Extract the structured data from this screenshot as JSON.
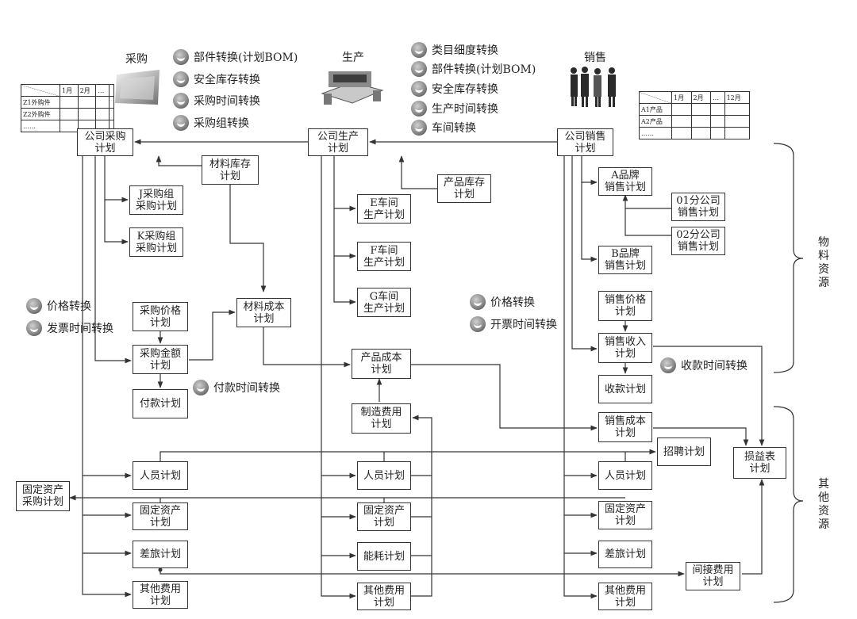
{
  "sections": {
    "purchase": "采购",
    "production": "生产",
    "sales": "销售"
  },
  "conversions_top": {
    "purchase": [
      "部件转换(计划BOM)",
      "安全库存转换",
      "采购时间转换",
      "采购组转换"
    ],
    "production": [
      "类目细度转换",
      "部件转换(计划BOM)",
      "安全库存转换",
      "生产时间转换",
      "车间转换"
    ]
  },
  "conversions_side": {
    "left": [
      "价格转换",
      "发票时间转换"
    ],
    "payment": "付款时间转换",
    "right": [
      "价格转换",
      "开票时间转换"
    ],
    "collection": "收款时间转换"
  },
  "boxes": {
    "co_purchase": "公司采购\n计划",
    "co_production": "公司生产\n计划",
    "co_sales": "公司销售\n计划",
    "material_stock": "材料库存\n计划",
    "product_stock": "产品库存\n计划",
    "j_group": "J采购组\n采购计划",
    "k_group": "K采购组\n采购计划",
    "e_ws": "E车间\n生产计划",
    "f_ws": "F车间\n生产计划",
    "g_ws": "G车间\n生产计划",
    "brand_a": "A品牌\n销售计划",
    "brand_b": "B品牌\n销售计划",
    "branch_01": "01分公司\n销售计划",
    "branch_02": "02分公司\n销售计划",
    "material_cost": "材料成本\n计划",
    "purchase_price": "采购价格\n计划",
    "purchase_amount": "采购金额\n计划",
    "payment": "付款计划",
    "product_cost": "产品成本\n计划",
    "mfg_expense": "制造费用\n计划",
    "sales_price": "销售价格\n计划",
    "sales_revenue": "销售收入\n计划",
    "collection": "收款计划",
    "sales_cost": "销售成本\n计划",
    "recruit": "招聘计划",
    "pnl": "损益表\n计划",
    "indirect": "间接费用\n计划",
    "fixed_asset_purchase": "固定资产\n采购计划",
    "staff_1": "人员计划",
    "fixed_1": "固定资产\n计划",
    "travel_1": "差旅计划",
    "other_1": "其他费用\n计划",
    "staff_2": "人员计划",
    "fixed_2": "固定资产\n计划",
    "energy_2": "能耗计划",
    "other_2": "其他费用\n计划",
    "staff_3": "人员计划",
    "fixed_3": "固定资产\n计划",
    "travel_3": "差旅计划",
    "other_3": "其他费用\n计划"
  },
  "brace_labels": {
    "material": "物料资源",
    "other": "其他资源"
  },
  "tables": {
    "left": {
      "months": [
        "1月",
        "2月",
        "…"
      ],
      "rows": [
        "Z1外购件",
        "Z2外购件",
        "……"
      ]
    },
    "right": {
      "months": [
        "1月",
        "2月",
        "…",
        "12月"
      ],
      "rows": [
        "A1产品",
        "A2产品",
        "……"
      ]
    }
  }
}
